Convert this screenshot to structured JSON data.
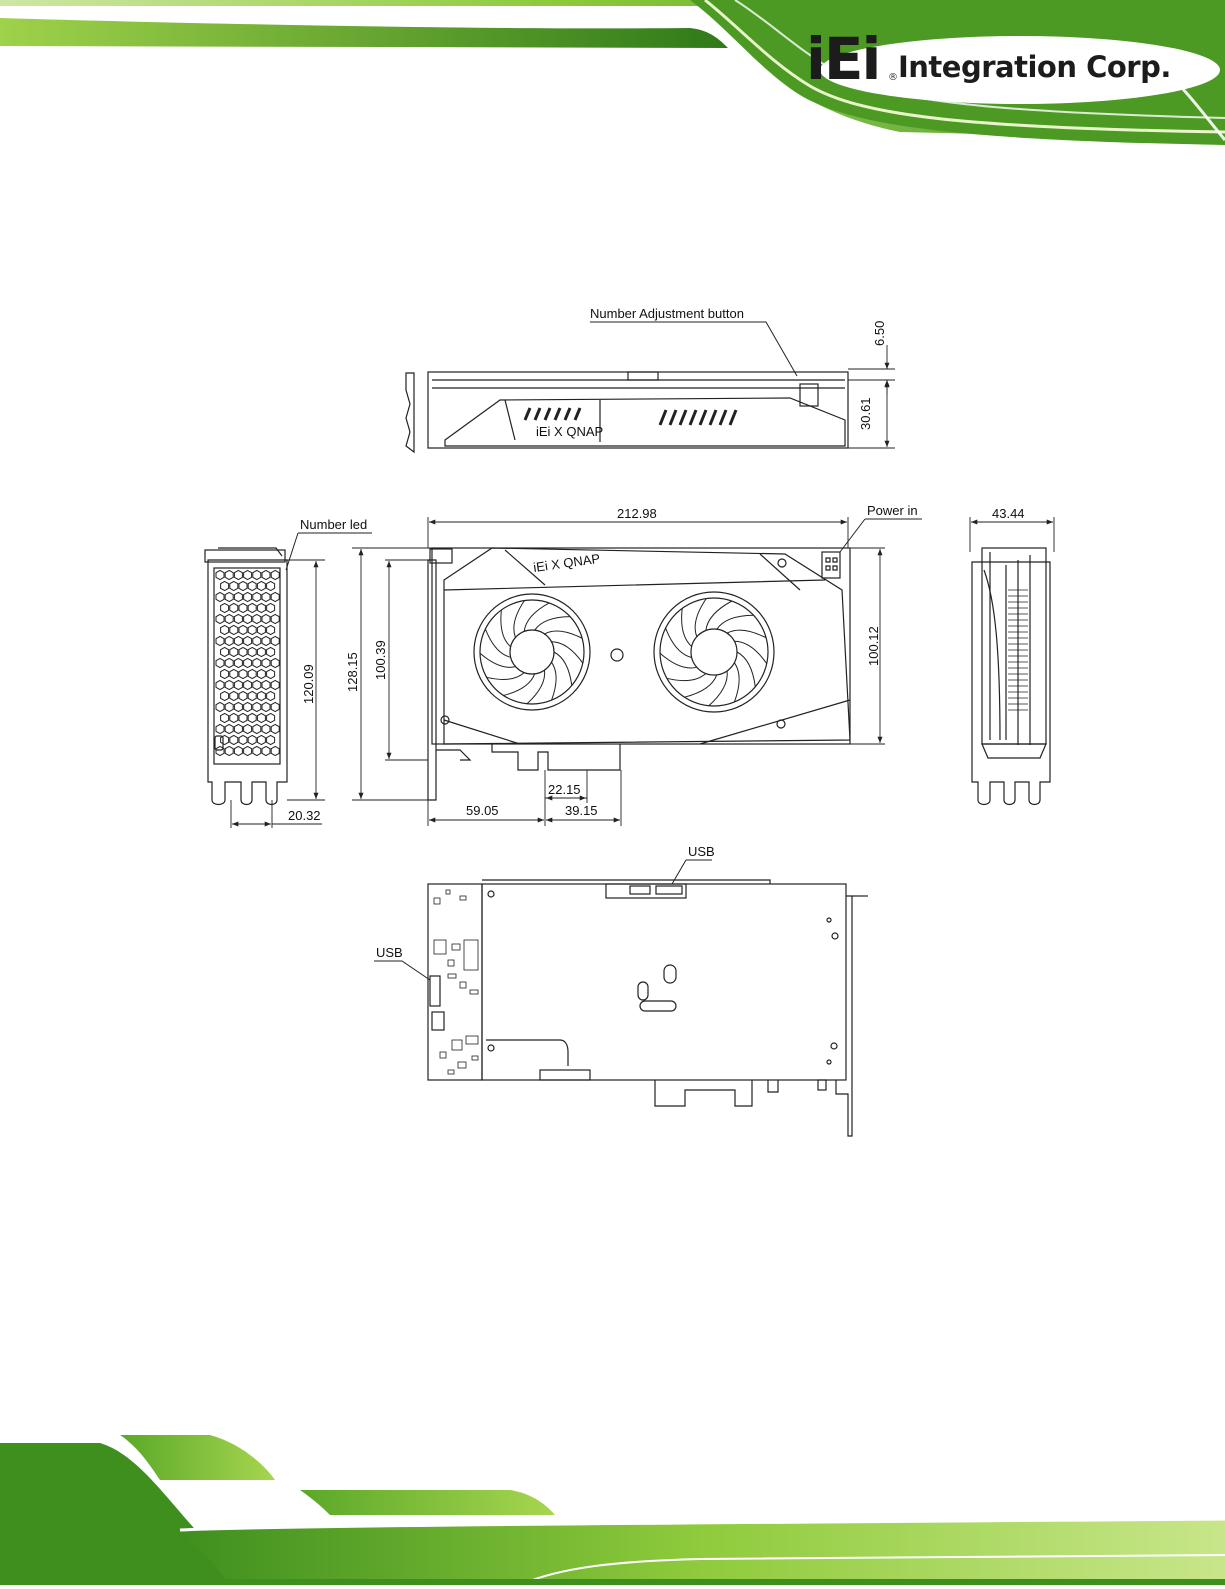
{
  "brand": {
    "logo_letters": "iEi",
    "registered_mark": "®",
    "company": "Integration Corp."
  },
  "labels": {
    "number_adjustment_button": "Number Adjustment button",
    "number_led": "Number led",
    "power_in": "Power in",
    "usb_top": "USB",
    "usb_left": "USB",
    "card_brand": "iEi X QNAP"
  },
  "dimensions": {
    "top_view_clearance": "6.50",
    "top_view_height": "30.61",
    "front_length": "212.98",
    "front_height_full": "128.15",
    "front_height_bracket": "100.39",
    "front_height_cooler": "100.12",
    "bracket_height": "120.09",
    "bracket_width": "20.32",
    "side_width": "43.44",
    "connector_offset": "59.05",
    "connector_length": "39.15",
    "connector_key": "22.15"
  },
  "colors": {
    "green_dark": "#3f8f1f",
    "green_mid": "#6cb82c",
    "green_light": "#b6dc55",
    "logo_red": "#d0171b",
    "line": "#222222"
  }
}
